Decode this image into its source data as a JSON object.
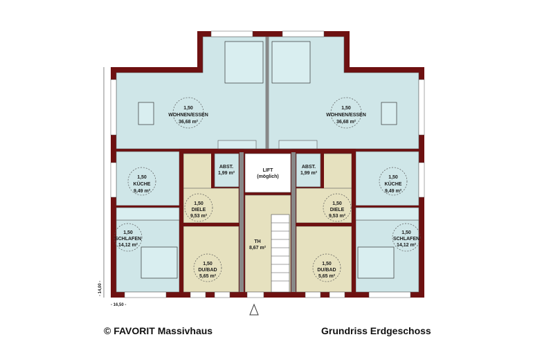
{
  "footer": {
    "copyright": "© FAVORIT Massivhaus",
    "title": "Grundriss Erdgeschoss"
  },
  "dimensions": {
    "width": "- 16,50 -",
    "depth": "- 14,00 -"
  },
  "rooms": {
    "wohnen_l": {
      "h": "1,50",
      "name": "WOHNEN/ESSEN",
      "area": "36,68 m²"
    },
    "wohnen_r": {
      "h": "1,50",
      "name": "WOHNEN/ESSEN",
      "area": "36,68 m²"
    },
    "kueche_l": {
      "h": "1,50",
      "name": "KÜCHE",
      "area": "9,49 m²"
    },
    "kueche_r": {
      "h": "1,50",
      "name": "KÜCHE",
      "area": "9,49 m²"
    },
    "schlafen_l": {
      "h": "1,50",
      "name": "SCHLAFEN",
      "area": "14,12 m²"
    },
    "schlafen_r": {
      "h": "1,50",
      "name": "SCHLAFEN",
      "area": "14,12 m²"
    },
    "diele_l": {
      "h": "1,50",
      "name": "DIELE",
      "area": "9,53 m²"
    },
    "diele_r": {
      "h": "1,50",
      "name": "DIELE",
      "area": "9,53 m²"
    },
    "abst_l": {
      "name": "ABST.",
      "area": "1,99 m²"
    },
    "abst_r": {
      "name": "ABST.",
      "area": "1,99 m²"
    },
    "badl": {
      "h": "1,50",
      "name": "DU/BAD",
      "area": "5,65 m²"
    },
    "badr": {
      "h": "1,50",
      "name": "DU/BAD",
      "area": "5,65 m²"
    },
    "lift": {
      "name": "LIFT",
      "note": "(möglich)"
    },
    "th": {
      "name": "TH",
      "area": "8,67 m²"
    }
  },
  "colors": {
    "wall": "#6e1111",
    "living": "#cfe6e8",
    "core": "#e6e1bf"
  }
}
